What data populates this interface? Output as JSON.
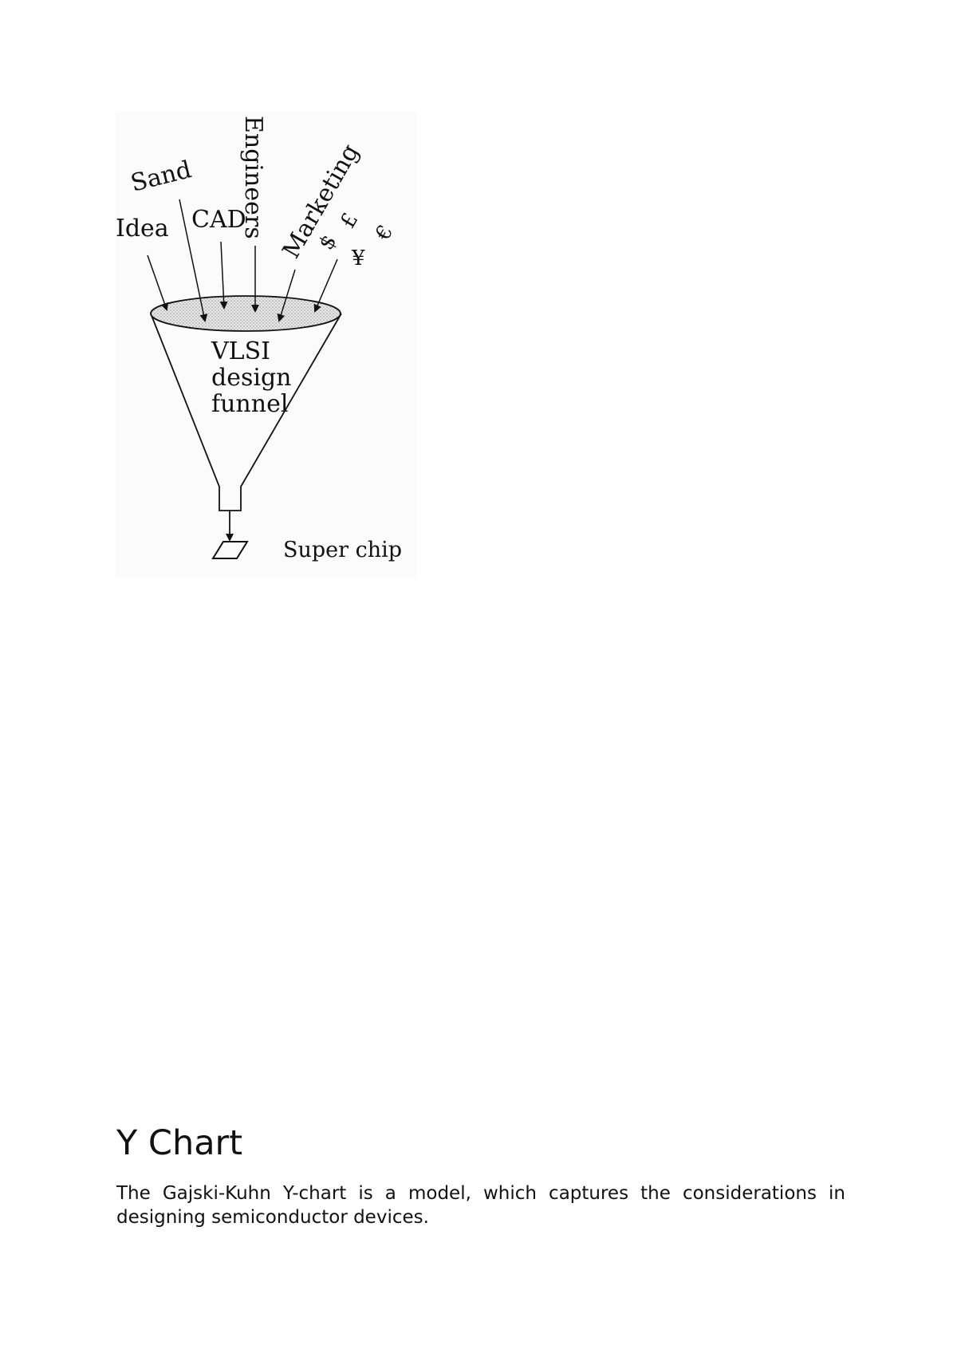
{
  "figure": {
    "labels": {
      "idea": "Idea",
      "sand": "Sand",
      "cad": "CAD",
      "engineers": "Engineers",
      "marketing": "Marketing",
      "dollar": "$",
      "pound": "£",
      "euro": "€",
      "yen": "¥"
    },
    "funnel_text": [
      "VLSI",
      "design",
      "funnel"
    ],
    "output_label": "Super chip"
  },
  "section": {
    "heading": "Y Chart",
    "body": "The Gajski-Kuhn Y-chart is a model, which captures the considerations in designing semiconductor devices."
  }
}
